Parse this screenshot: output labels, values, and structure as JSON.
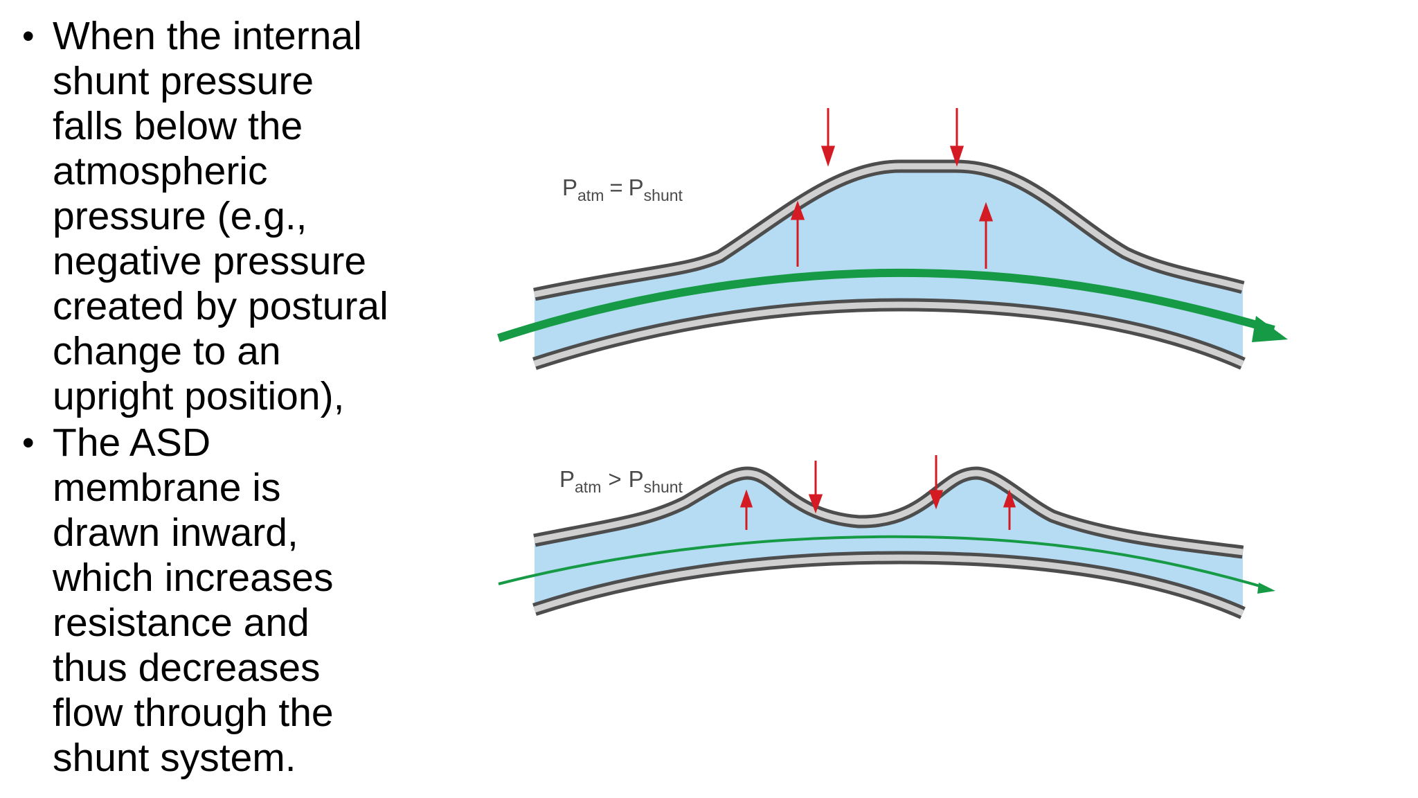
{
  "bullets": [
    {
      "lines": [
        "When the internal",
        "shunt pressure",
        "falls below the",
        "atmospheric",
        "pressure (e.g.,",
        "negative pressure",
        "created by postural",
        "change to an",
        "upright position),"
      ]
    },
    {
      "lines": [
        "The ASD",
        "membrane is",
        "drawn inward,",
        "which increases",
        "resistance and",
        "thus decreases",
        "flow through the",
        "shunt system."
      ]
    }
  ],
  "diagram": {
    "top_panel": {
      "label": {
        "p": "P",
        "sub1": "atm",
        "op": "=",
        "p2": "P",
        "sub2": "shunt"
      }
    },
    "bottom_panel": {
      "label": {
        "p": "P",
        "sub1": "atm",
        "op": ">",
        "p2": "P",
        "sub2": "shunt"
      }
    },
    "colors": {
      "wall": "#8a8a8a",
      "wall_inner": "#d9d9d9",
      "fluid": "#b6dcf3",
      "flow_arrow": "#169a45",
      "pressure_arrow": "#d41a22"
    }
  }
}
